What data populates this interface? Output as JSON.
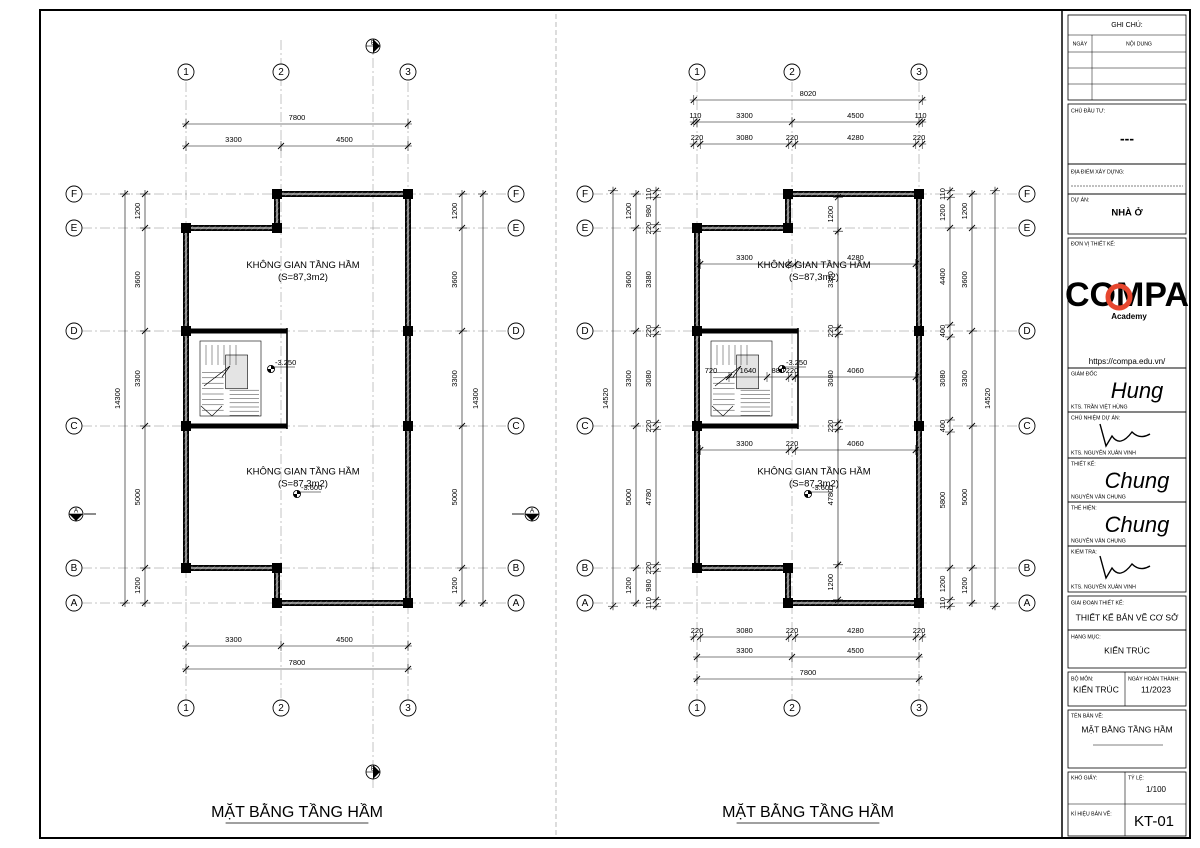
{
  "plans": [
    {
      "title": "MẶT BẰNG TẦNG HẦM",
      "grid_cols": [
        "1",
        "2",
        "3"
      ],
      "grid_rows": [
        "F",
        "E",
        "D",
        "C",
        "B",
        "A"
      ],
      "dims_top_total": "7800",
      "dims_top_spans": [
        "3300",
        "4500"
      ],
      "dims_bottom_spans": [
        "3300",
        "4500"
      ],
      "dims_bottom_total": "7800",
      "dims_left_spans": [
        "1200",
        "3600",
        "3300",
        "5000",
        "1200"
      ],
      "dims_left_total": "14300",
      "dims_right_spans": [
        "1200",
        "3600",
        "3300",
        "5000",
        "1200"
      ],
      "dims_right_total": "14300",
      "room1_name": "KHÔNG GIAN TẦNG HẦM",
      "room1_area": "(S=87,3m2)",
      "room2_name": "KHÔNG GIAN TẦNG HẦM",
      "room2_area": "(S=87,3m2)",
      "level_stair": "-3.250",
      "level_floor": "-3.600",
      "section_a": "A",
      "section_b": "B"
    },
    {
      "title": "MẶT BẰNG TẦNG HẦM",
      "grid_cols": [
        "1",
        "2",
        "3"
      ],
      "grid_rows": [
        "F",
        "E",
        "D",
        "C",
        "B",
        "A"
      ],
      "dims_top_total": "8020",
      "dims_top_spans": [
        "110",
        "3300",
        "4500",
        "110"
      ],
      "dims_top_inner": [
        "220",
        "3080",
        "220",
        "4280",
        "220"
      ],
      "dims_bottom_inner": [
        "220",
        "3080",
        "220",
        "4280",
        "220"
      ],
      "dims_bottom_spans": [
        "3300",
        "4500"
      ],
      "dims_bottom_total": "7800",
      "dims_left_outer": [
        "1200",
        "3600",
        "3300",
        "5000",
        "1200"
      ],
      "dims_left_inner": [
        "110",
        "980",
        "220",
        "3380",
        "220",
        "3080",
        "220",
        "4780",
        "220",
        "980",
        "110"
      ],
      "dims_left_total": "14520",
      "dims_right_outer": [
        "1200",
        "3600",
        "3300",
        "5000",
        "1200"
      ],
      "dims_right_inner": [
        "110",
        "1200",
        "4400",
        "400",
        "3080",
        "400",
        "5800",
        "1200",
        "110"
      ],
      "dims_right_total": "14520",
      "interior_dims": [
        "3300",
        "4280",
        "1200",
        "3380",
        "1640",
        "880",
        "220",
        "3080",
        "4060",
        "220",
        "3300",
        "220",
        "4060",
        "220",
        "4780",
        "1200",
        "220",
        "220",
        "220"
      ],
      "room1_name": "KHÔNG GIAN TẦNG HẦM",
      "room1_area": "(S=87,3m2)",
      "room2_name": "KHÔNG GIAN TẦNG HẦM",
      "room2_area": "(S=87,3m2)",
      "level_stair": "-3.250",
      "level_floor": "-3.600",
      "stair_width": "720"
    }
  ],
  "title_block": {
    "notes_title": "GHI CHÚ:",
    "notes_col_date": "NGÀY",
    "notes_col_content": "NỘI DUNG",
    "owner_label": "CHỦ ĐẦU TƯ:",
    "owner_value": "---",
    "location_label": "ĐỊA ĐIỂM XÂY DỰNG:",
    "project_label": "DỰ ÁN:",
    "project_value": "NHÀ Ở",
    "design_unit_label": "ĐƠN VỊ THIẾT KẾ:",
    "logo_text": "COMPA",
    "logo_sub": "Academy",
    "website": "https://compa.edu.vn/",
    "director_label": "GIÁM ĐỐC",
    "director_name": "KTS. TRẦN VIỆT HÙNG",
    "director_sign": "Hung",
    "chief_label": "CHỦ NHIỆM DỰ ÁN:",
    "chief_name": "KTS. NGUYỄN XUÂN VINH",
    "design_label": "THIẾT KẾ:",
    "design_name": "NGUYỄN VĂN CHUNG",
    "design_sign": "Chung",
    "drawer_label": "THỂ HIỆN:",
    "drawer_name": "NGUYỄN VĂN CHUNG",
    "drawer_sign": "Chung",
    "checker_label": "KIỂM TRA:",
    "checker_name": "KTS. NGUYỄN XUÂN VINH",
    "phase_label": "GIAI ĐOẠN THIẾT KẾ:",
    "phase_value": "THIẾT KẾ BẢN VẼ CƠ SỞ",
    "item_label": "HẠNG MỤC:",
    "item_value": "KIẾN TRÚC",
    "dept_label": "BỘ MÔN:",
    "dept_value": "KIẾN TRÚC",
    "date_label": "NGÀY HOÀN THÀNH:",
    "date_value": "11/2023",
    "drawing_name_label": "TÊN BẢN VẼ:",
    "drawing_name_value": "MẶT BẰNG TẦNG HẦM",
    "paper_label": "KHỔ GIẤY:",
    "scale_label": "TỶ LỆ:",
    "scale_value": "1/100",
    "code_label": "KÍ HIỆU BẢN VẼ:",
    "code_value": "KT-01"
  }
}
